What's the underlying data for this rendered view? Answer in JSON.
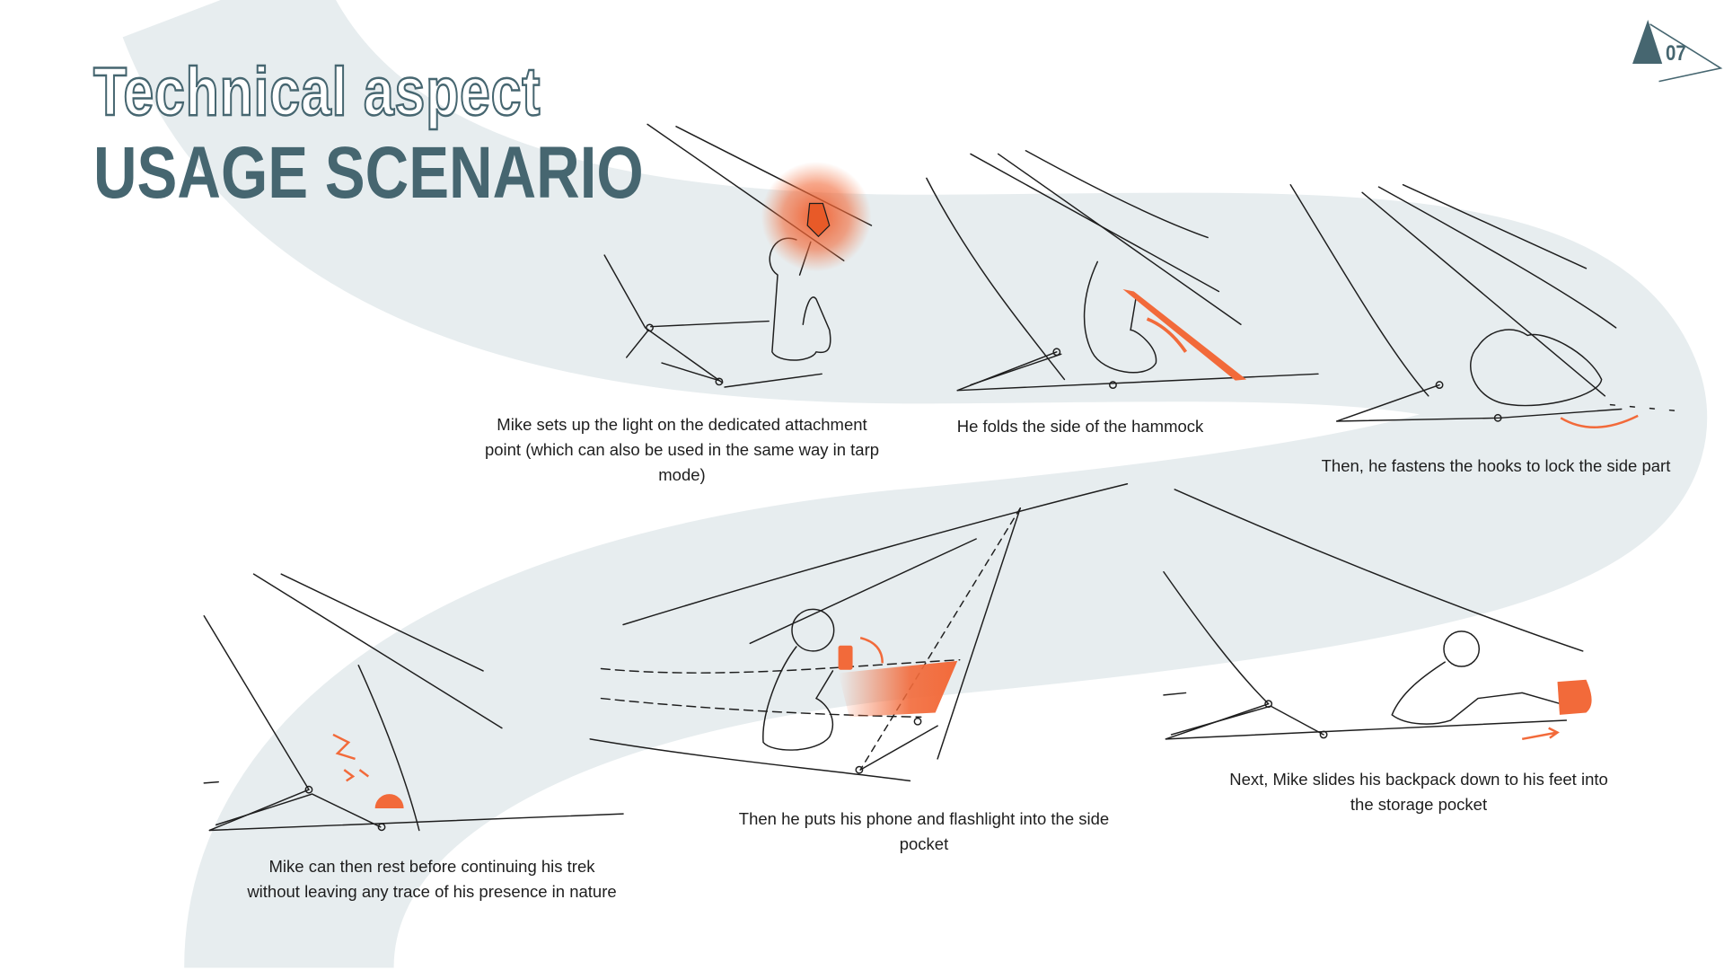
{
  "header": {
    "title_outline": "Technical aspect",
    "title_main": "USAGE SCENARIO",
    "page_number": "07"
  },
  "colors": {
    "accent": "#466670",
    "highlight": "#f07040",
    "swoosh": "#e7edef"
  },
  "steps": [
    {
      "caption": "Mike sets up the light on the dedicated attachment point (which can also be used in the same way in tarp mode)"
    },
    {
      "caption": "He folds the side of the hammock"
    },
    {
      "caption": "Then, he fastens the hooks to lock the side part"
    },
    {
      "caption": "Next, Mike slides his backpack down to his feet into the storage pocket"
    },
    {
      "caption": "Then he puts his phone and flashlight into the side pocket"
    },
    {
      "caption": "Mike can then rest before continuing his trek without leaving any trace of his presence in nature"
    }
  ]
}
